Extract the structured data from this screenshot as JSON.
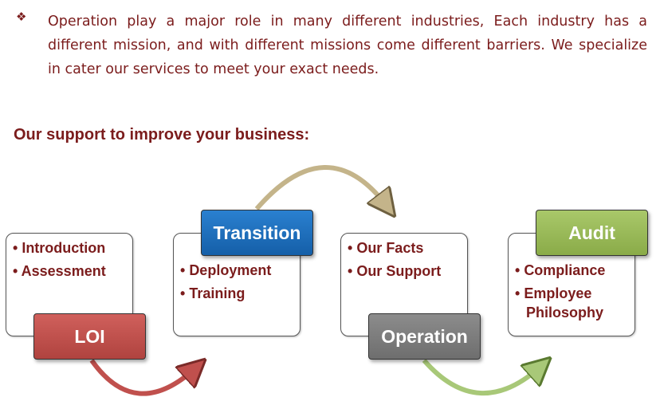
{
  "intro": {
    "bullet_icon": "diamond-cluster-icon",
    "text": "Operation play a major role in many different industries, Each industry has a different mission, and with different missions come different barriers. We specialize in cater our services to meet your exact needs."
  },
  "heading": "Our support to improve your business:",
  "stages": [
    {
      "label": "LOI",
      "color": "#c0504d",
      "items": [
        "Introduction",
        "Assessment"
      ]
    },
    {
      "label": "Transition",
      "color": "#1f6fbf",
      "items": [
        "Deployment",
        "Training"
      ]
    },
    {
      "label": "Operation",
      "color": "#7f7f7f",
      "items": [
        "Our Facts",
        "Our Support"
      ]
    },
    {
      "label": "Audit",
      "color": "#9bbb59",
      "items": [
        "Compliance",
        "Employee Philosophy"
      ]
    }
  ]
}
